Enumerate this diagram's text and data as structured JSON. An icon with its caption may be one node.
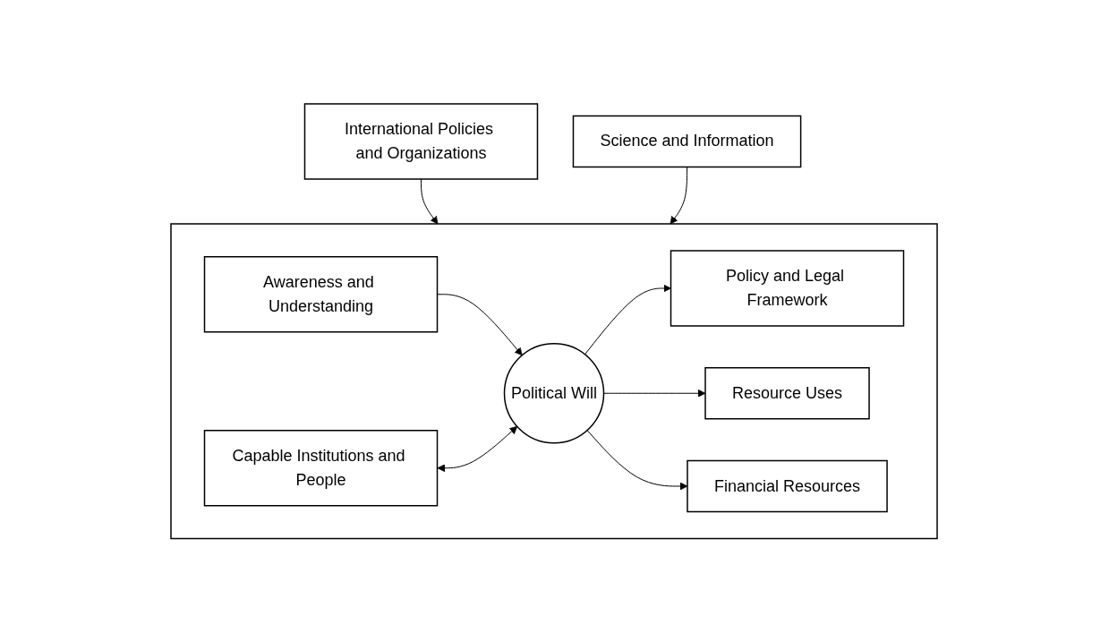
{
  "diagram": {
    "nodes": [
      {
        "text": [
          "International Policies and Organizations"
        ]
      },
      {
        "text": [],
        "shape": "box"
      },
      {
        "text": [
          "Awareness and Understanding"
        ],
        "in": 1
      },
      {
        "text": [
          "Policy and Legal Framework"
        ],
        "in": 1
      },
      {
        "text": [
          "Political Will"
        ],
        "in": 1
      },
      {
        "text": [
          "Resource Uses"
        ],
        "in": 1
      },
      {
        "text": [
          "Capable Institutions and People"
        ],
        "in": 1
      },
      {
        "text": [
          "Financial Resources"
        ],
        "in": 1
      },
      {
        "text": [
          "Science and Information"
        ]
      }
    ],
    "edges": [
      {
        "from": 0,
        "to": 1,
        "arrow": "to"
      },
      {
        "from": 2,
        "to": 4,
        "arrow": "to"
      },
      {
        "from": 4,
        "to": 3,
        "arrow": "to"
      },
      {
        "from": 4,
        "to": 5,
        "arrow": "to"
      },
      {
        "from": 6,
        "to": 4,
        "arrow": "both"
      },
      {
        "from": 4,
        "to": 7,
        "arrow": "to"
      },
      {
        "from": 8,
        "to": 1,
        "arrow": "to"
      }
    ]
  }
}
